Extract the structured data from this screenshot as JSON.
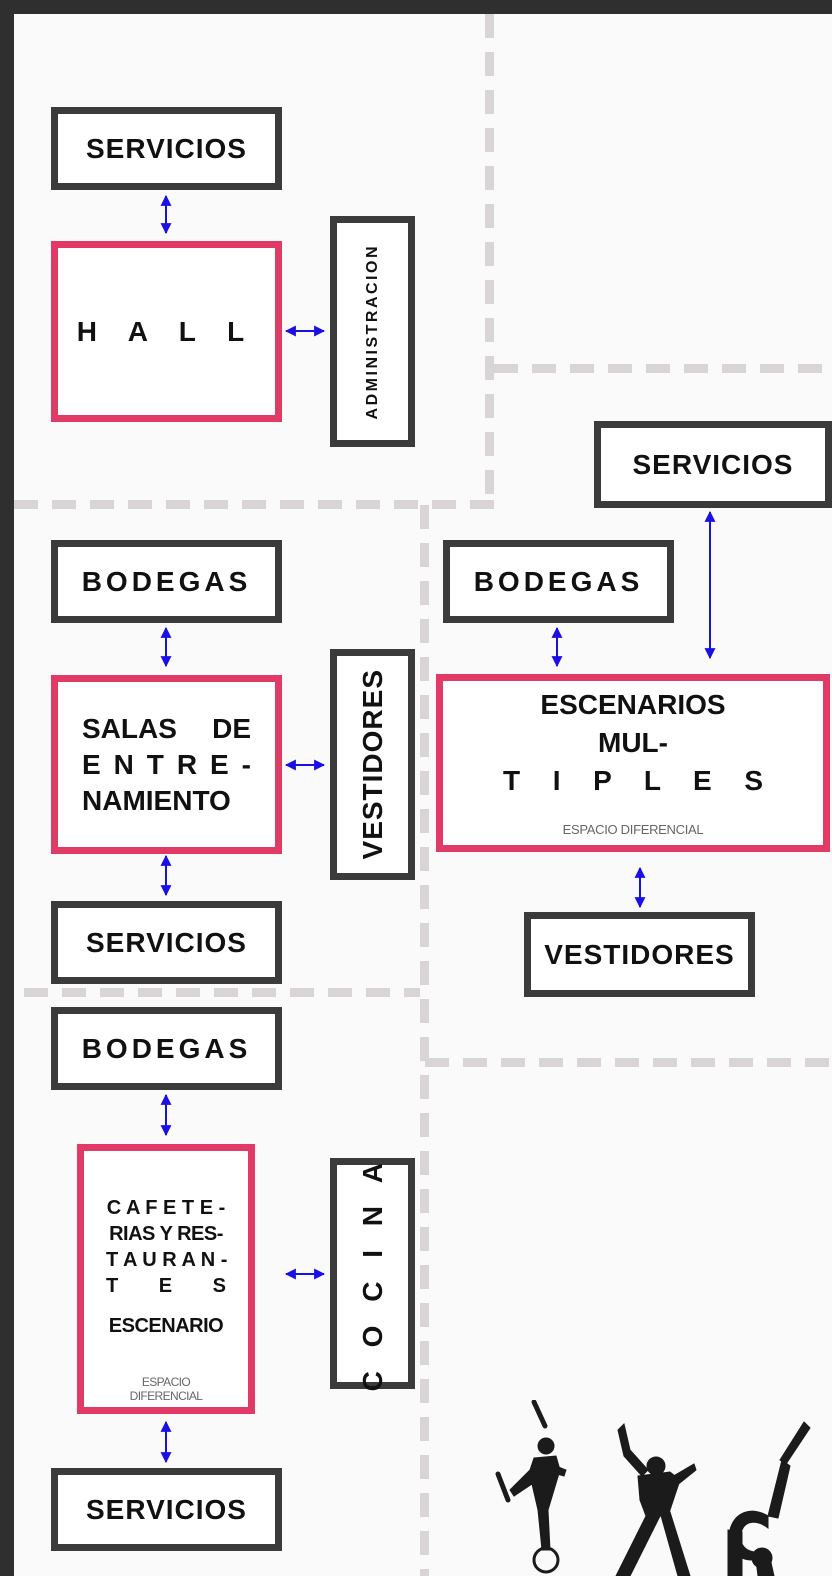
{
  "zone1": {
    "servicios_top": "SERVICIOS",
    "hall": "H A L L",
    "administracion": "ADMINISTRACION"
  },
  "zone2": {
    "bodegas": "BODEGAS",
    "salas_line1": "SALAS   DE",
    "salas_line2": "E N T R E -",
    "salas_line3": "NAMIENTO",
    "vestidores": "VESTIDORES",
    "servicios": "SERVICIOS"
  },
  "zone3": {
    "servicios": "SERVICIOS",
    "bodegas": "BODEGAS",
    "escenarios_line1": "ESCENARIOS MUL-",
    "escenarios_line2": "T   I   P   L   E   S",
    "escenarios_sub": "ESPACIO DIFERENCIAL",
    "vestidores": "VESTIDORES"
  },
  "zone4": {
    "bodegas": "BODEGAS",
    "cafe_line1": "C A F E T E -",
    "cafe_line2": "RIAS Y RES-",
    "cafe_line3": "T A U R A N -",
    "cafe_line4": "T      E      S",
    "cafe_line5": "ESCENARIO",
    "cafe_sub": "ESPACIO DIFERENCIAL",
    "cocina": "C O C I N A",
    "servicios": "SERVICIOS"
  },
  "colors": {
    "frame": "#3b3b3b",
    "accent_pink": "#e23a66",
    "arrow_blue": "#1a10e6",
    "dash_gray": "#d9d4d6"
  },
  "icons": [
    "juggler-silhouette",
    "dancer-silhouette",
    "acrobat-silhouette"
  ]
}
